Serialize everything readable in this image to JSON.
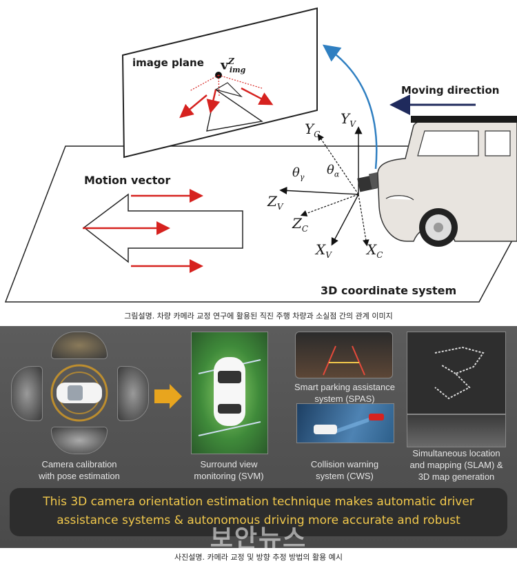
{
  "diagram": {
    "image_plane_label": "image plane",
    "vector_symbol": "v",
    "vector_superscript": "Z",
    "vector_subscript": "img",
    "moving_direction": "Moving direction",
    "motion_vector": "Motion vector",
    "coord_system": "3D coordinate system",
    "axes": {
      "yc": {
        "main": "Y",
        "sub": "C"
      },
      "yv": {
        "main": "Y",
        "sub": "V"
      },
      "zv": {
        "main": "Z",
        "sub": "V"
      },
      "zc": {
        "main": "Z",
        "sub": "C"
      },
      "xv": {
        "main": "X",
        "sub": "V"
      },
      "xc": {
        "main": "X",
        "sub": "C"
      },
      "theta_gamma": {
        "main": "θ",
        "sub": "γ"
      },
      "theta_alpha": {
        "main": "θ",
        "sub": "α"
      }
    },
    "colors": {
      "motion_arrow": "#d6221f",
      "camera_arc": "#2f7fc1",
      "moving_arrow": "#1f2a5c"
    }
  },
  "caption_top": "그림설명. 차량 카메라 교정 연구에 활용된 직진 주행 차량과 소실점 간의 관계 이미지",
  "panel": {
    "items": [
      {
        "line1": "Camera calibration",
        "line2": "with pose estimation"
      },
      {
        "line1": "Surround view",
        "line2": "monitoring (SVM)"
      },
      {
        "line1": "Smart parking assistance",
        "line2": "system (SPAS)"
      },
      {
        "line1": "Collision warning",
        "line2": "system (CWS)"
      },
      {
        "line1": "Simultaneous location",
        "line2": "and mapping (SLAM) &",
        "line3": "3D map generation"
      }
    ],
    "banner_line1": "This 3D camera orientation estimation technique makes automatic driver",
    "banner_line2": "assistance systems & autonomous driving more accurate and robust",
    "accent": "#f2c94c"
  },
  "watermark": "보안뉴스",
  "caption_bottom": "사진설명. 카메라 교정 및 방향 추정 방법의 활용 예시"
}
